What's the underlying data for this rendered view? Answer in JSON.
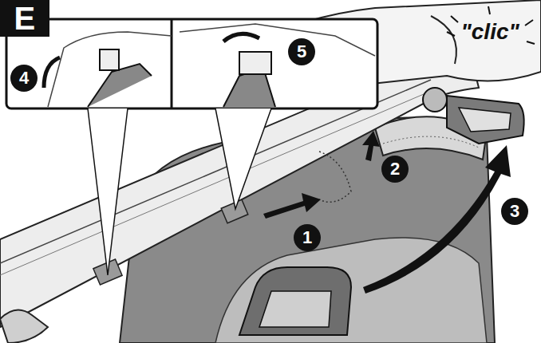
{
  "diagram": {
    "labels": [
      "E",
      "4",
      "5",
      "1",
      "2",
      "3",
      "\"clic\""
    ]
  }
}
